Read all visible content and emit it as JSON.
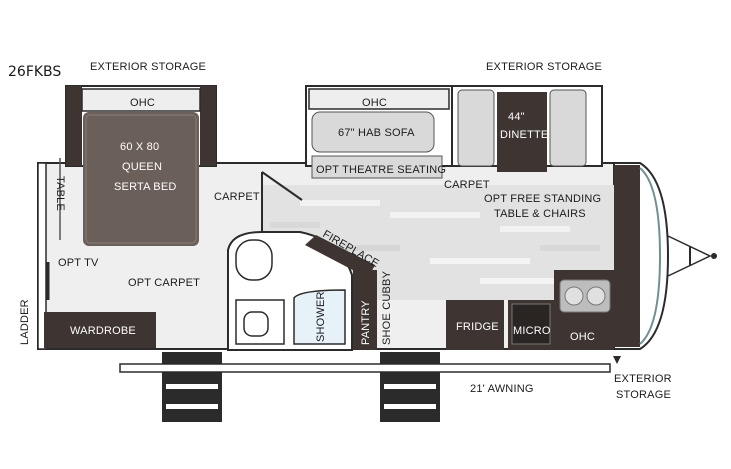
{
  "model": "26FKBS",
  "labels": {
    "exterior_storage_front": "EXTERIOR STORAGE",
    "exterior_storage_rear": "EXTERIOR STORAGE",
    "exterior_storage_side_1": "EXTERIOR",
    "exterior_storage_side_2": "STORAGE",
    "ohc_bedroom": "OHC",
    "bed_1": "60 X 80",
    "bed_2": "QUEEN",
    "bed_3": "SERTA BED",
    "ohc_sofa": "OHC",
    "sofa": "67\" HAB SOFA",
    "theatre": "OPT THEATRE SEATING",
    "dinette_1": "44\"",
    "dinette_2": "DINETTE",
    "carpet_bed": "CARPET",
    "carpet_living": "CARPET",
    "free_standing_1": "OPT FREE STANDING",
    "free_standing_2": "TABLE & CHAIRS",
    "table": "TABLE",
    "opt_tv": "OPT TV",
    "opt_carpet": "OPT CARPET",
    "fireplace": "FIREPLACE",
    "shower": "SHOWER",
    "pantry": "PANTRY",
    "shoe_cubby": "SHOE CUBBY",
    "fridge": "FRIDGE",
    "micro": "MICRO",
    "ohc_kitchen": "OHC",
    "ladder": "LADDER",
    "wardrobe": "WARDROBE",
    "awning": "21' AWNING"
  },
  "colors": {
    "outline": "#2b2b2b",
    "dark_brown": "#3e3431",
    "bed": "#6b5f5a",
    "wood_floor": "#e4e4e4",
    "carpet": "#ececec",
    "cushion": "#d9d9d9"
  }
}
